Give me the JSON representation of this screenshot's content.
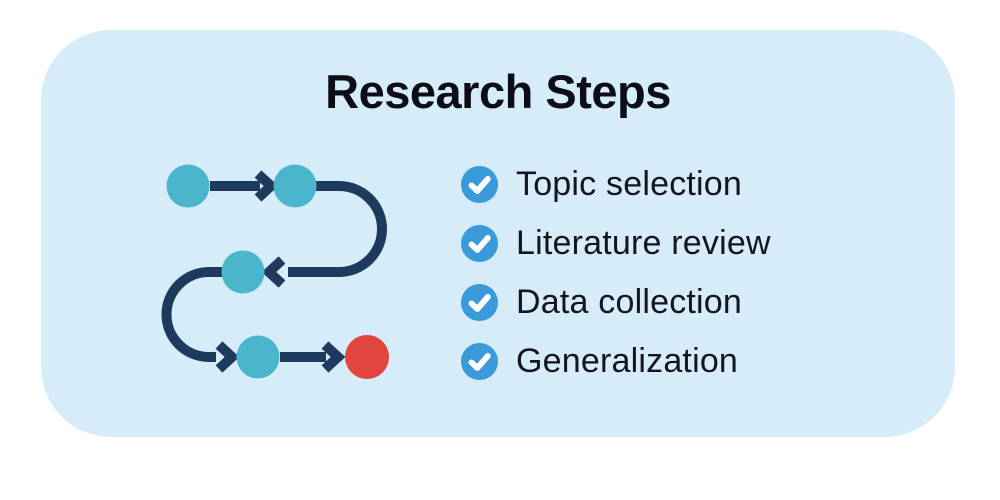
{
  "title": "Research Steps",
  "checklist": {
    "items": [
      {
        "label": "Topic selection"
      },
      {
        "label": "Literature review"
      },
      {
        "label": "Data collection"
      },
      {
        "label": "Generalization"
      }
    ]
  },
  "diagram": {
    "type": "s-curve-process-flow",
    "node_colors": [
      "#4bb5cc",
      "#4bb5cc",
      "#4bb5cc",
      "#4bb5cc",
      "#e0453f"
    ]
  },
  "colors": {
    "page_bg": "#ffffff",
    "card_bg": "#d6edf9",
    "title_text": "#0d0d15",
    "item_text": "#15151e",
    "flow_line": "#1e3a5c",
    "check_bg": "#3b9ad9",
    "check_mark": "#ffffff"
  }
}
